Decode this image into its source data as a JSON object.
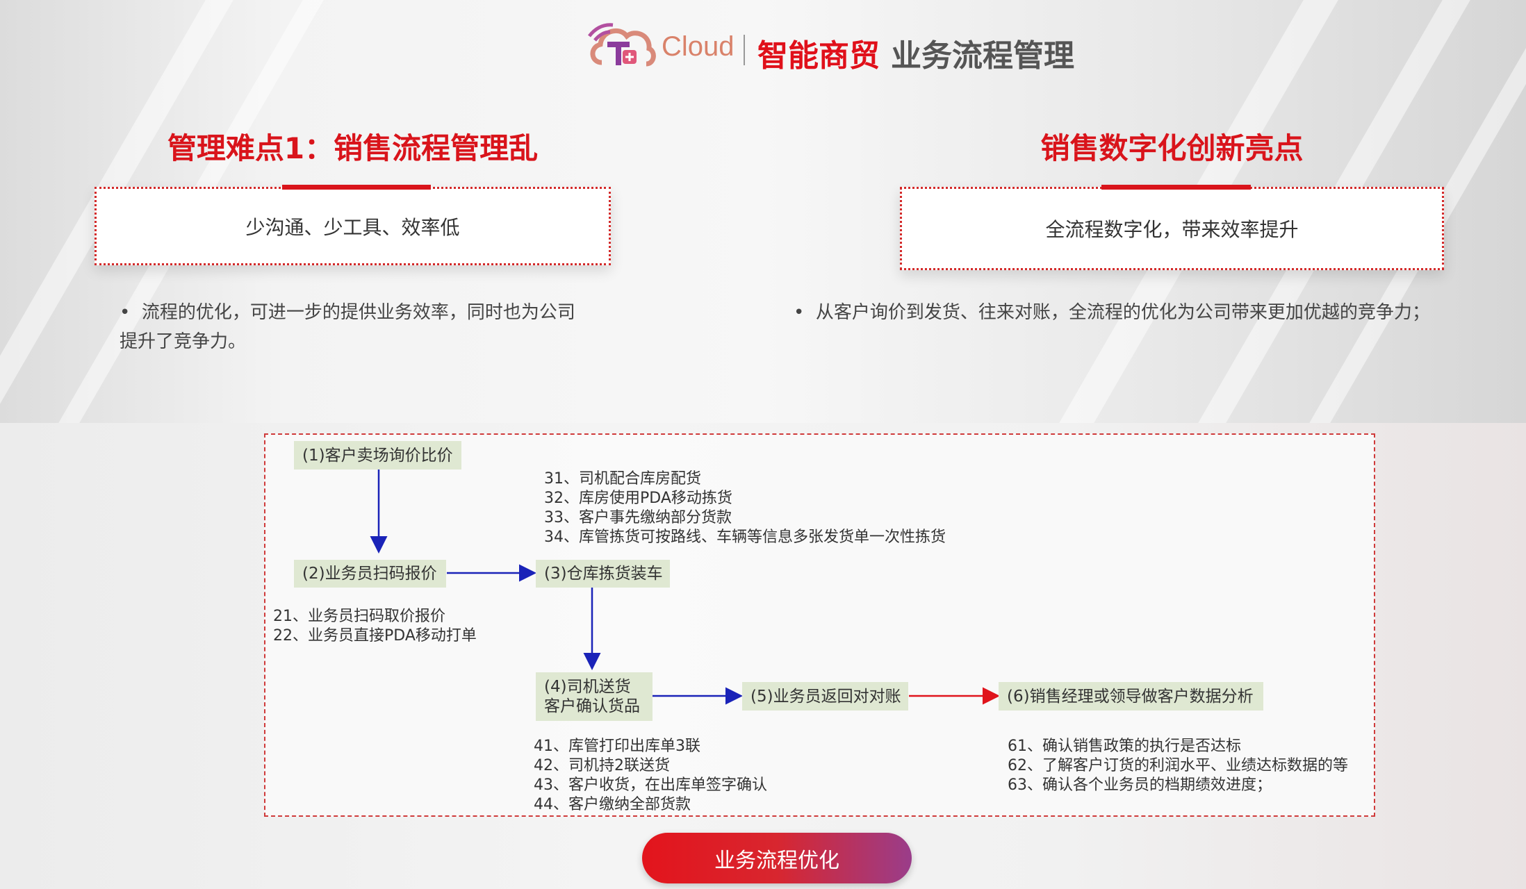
{
  "header": {
    "logo_text": "Cloud",
    "brand": "智能商贸",
    "title": "业务流程管理"
  },
  "left": {
    "heading": "管理难点1：销售流程管理乱",
    "box_text": "少沟通、少工具、效率低",
    "bullet": "流程的优化，可进一步的提供业务效率，同时也为公司提升了竞争力。"
  },
  "right": {
    "heading": "销售数字化创新亮点",
    "box_text": "全流程数字化，带来效率提升",
    "bullet": "从客户询价到发货、往来对账，全流程的优化为公司带来更加优越的竞争力；"
  },
  "diagram": {
    "nodes": {
      "n1": "(1)客户卖场询价比价",
      "n2": "(2)业务员扫码报价",
      "n3": "(3)仓库拣货装车",
      "n4_line1": "(4)司机送货",
      "n4_line2": "客户确认货品",
      "n5": "(5)业务员返回对对账",
      "n6": "(6)销售经理或领导做客户数据分析"
    },
    "notes_2": [
      "21、业务员扫码取价报价",
      "22、业务员直接PDA移动打单"
    ],
    "notes_3": [
      "31、司机配合库房配货",
      "32、库房使用PDA移动拣货",
      "33、客户事先缴纳部分货款",
      "34、库管拣货可按路线、车辆等信息多张发货单一次性拣货"
    ],
    "notes_4": [
      "41、库管打印出库单3联",
      "42、司机持2联送货",
      "43、客户收货，在出库单签字确认",
      "44、客户缴纳全部货款"
    ],
    "notes_6": [
      "61、确认销售政策的执行是否达标",
      "62、了解客户订货的利润水平、业绩达标数据的等",
      "63、确认各个业务员的档期绩效进度；"
    ],
    "colors": {
      "arrow_blue": "#1a23b8",
      "arrow_red": "#e0141c",
      "node_bg": "#dfe8d2"
    }
  },
  "button": {
    "label": "业务流程优化"
  }
}
